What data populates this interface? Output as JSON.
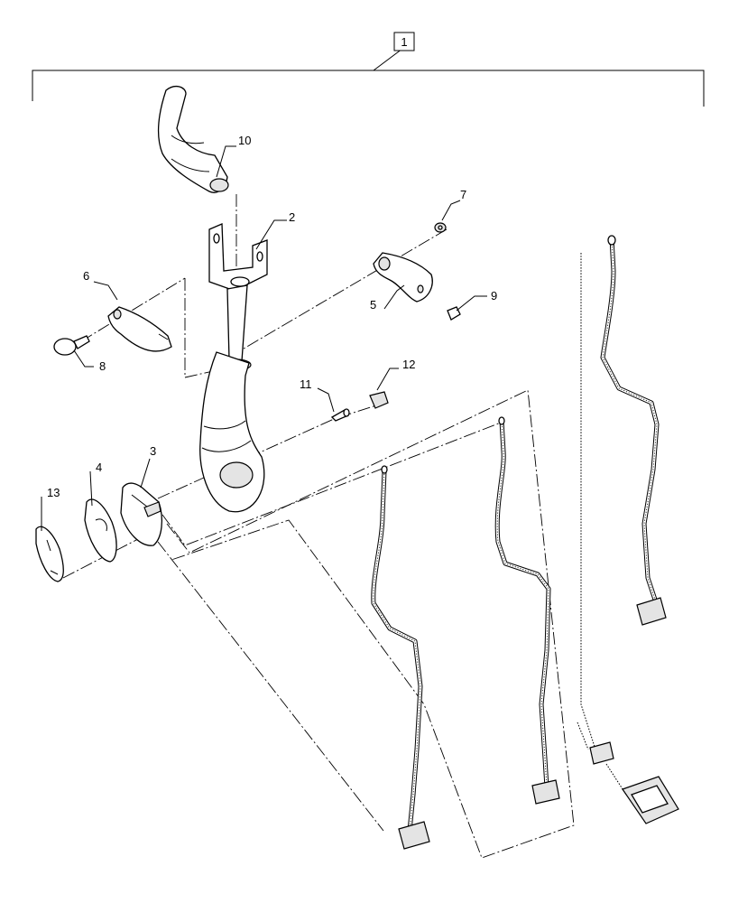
{
  "assembly_callout": "1",
  "callouts": [
    "2",
    "3",
    "4",
    "5",
    "6",
    "7",
    "8",
    "9",
    "10",
    "11",
    "12",
    "13"
  ]
}
